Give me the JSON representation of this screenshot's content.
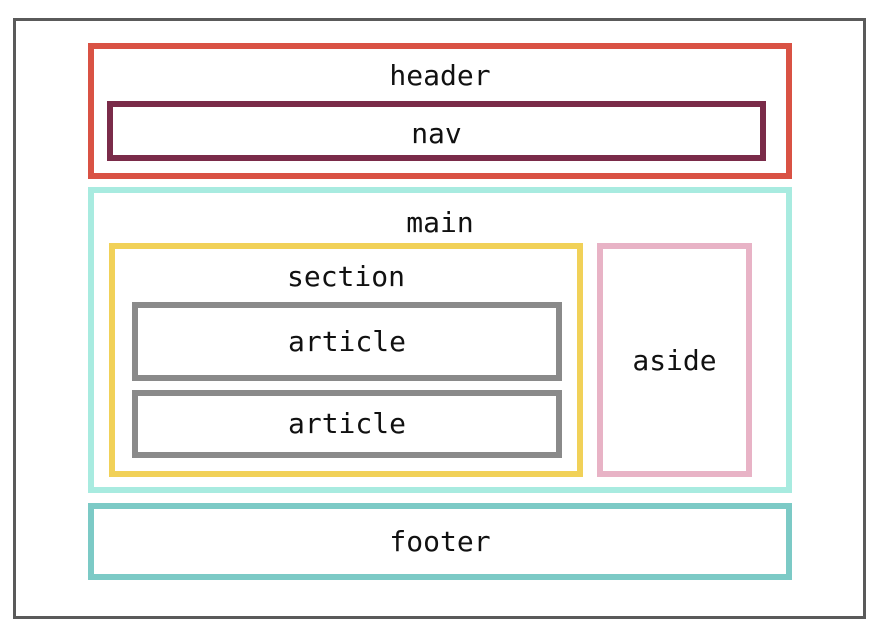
{
  "diagram": {
    "boxes": {
      "header": {
        "label": "header",
        "color": "#d95244"
      },
      "nav": {
        "label": "nav",
        "color": "#7a2b49"
      },
      "main": {
        "label": "main",
        "color": "#a8ebe0"
      },
      "section": {
        "label": "section",
        "color": "#f1d158"
      },
      "article1": {
        "label": "article",
        "color": "#8a8a8a"
      },
      "article2": {
        "label": "article",
        "color": "#8a8a8a"
      },
      "aside": {
        "label": "aside",
        "color": "#e8b3c6"
      },
      "footer": {
        "label": "footer",
        "color": "#7ccac6"
      }
    },
    "outer_border_color": "#5a5a5a"
  }
}
